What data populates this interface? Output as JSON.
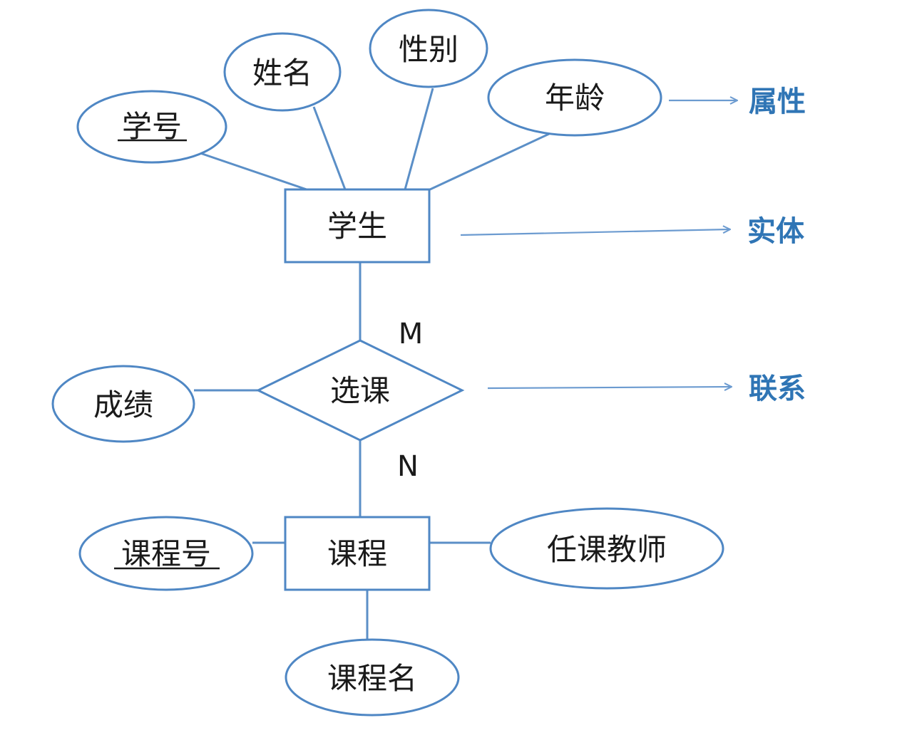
{
  "diagram": {
    "entities": {
      "student": "学生",
      "course": "课程"
    },
    "relationship": {
      "label": "选课",
      "card_student_side": "M",
      "card_course_side": "N",
      "attribute": "成绩"
    },
    "student_attributes": {
      "id": "学号",
      "name": "姓名",
      "gender": "性别",
      "age": "年龄"
    },
    "course_attributes": {
      "id": "课程号",
      "teacher": "任课教师",
      "name": "课程名"
    },
    "legend": {
      "attribute": "属性",
      "entity": "实体",
      "relationship": "联系"
    }
  }
}
